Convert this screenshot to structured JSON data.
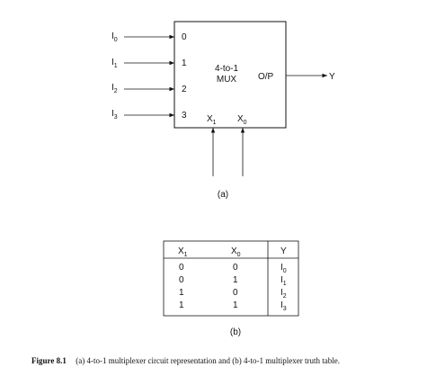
{
  "mux": {
    "title_line1": "4-to-1",
    "title_line2": "MUX",
    "inputs": [
      {
        "name": "I",
        "sub": "0",
        "pin": "0"
      },
      {
        "name": "I",
        "sub": "1",
        "pin": "1"
      },
      {
        "name": "I",
        "sub": "2",
        "pin": "2"
      },
      {
        "name": "I",
        "sub": "3",
        "pin": "3"
      }
    ],
    "selects": [
      {
        "name": "X",
        "sub": "1"
      },
      {
        "name": "X",
        "sub": "0"
      }
    ],
    "output_pin": "O/P",
    "output_name": "Y"
  },
  "label_a": "(a)",
  "table": {
    "headers": [
      {
        "name": "X",
        "sub": "1"
      },
      {
        "name": "X",
        "sub": "0"
      },
      {
        "name": "Y",
        "sub": ""
      }
    ],
    "rows": [
      {
        "x1": "0",
        "x0": "0",
        "y": "I",
        "ysub": "0"
      },
      {
        "x1": "0",
        "x0": "1",
        "y": "I",
        "ysub": "1"
      },
      {
        "x1": "1",
        "x0": "0",
        "y": "I",
        "ysub": "2"
      },
      {
        "x1": "1",
        "x0": "1",
        "y": "I",
        "ysub": "3"
      }
    ]
  },
  "label_b": "(b)",
  "caption": {
    "figure_label": "Figure 8.1",
    "text": "(a) 4-to-1 multiplexer circuit representation and (b) 4-to-1 multiplexer truth table."
  }
}
